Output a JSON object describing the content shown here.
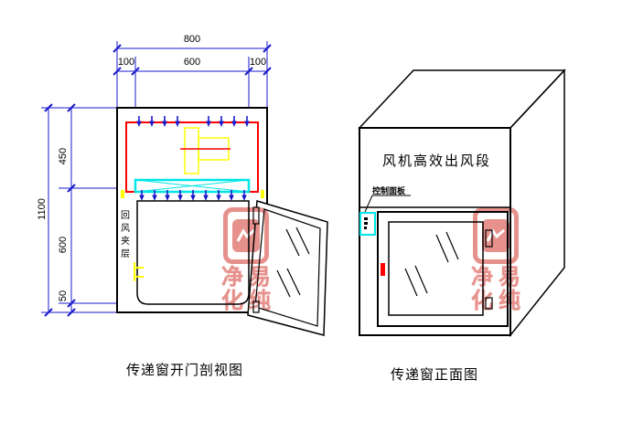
{
  "left_view": {
    "caption": "传递窗开门剖视图",
    "cavity_label": "回风夹层",
    "dims": {
      "overall_width": "800",
      "width_left": "100",
      "width_center": "600",
      "width_right": "100",
      "overall_height": "1100",
      "height_top": "450",
      "height_middle": "600",
      "height_bottom": "50"
    }
  },
  "right_view": {
    "caption": "传递窗正面图",
    "fan_section_label": "风机高效出风段",
    "control_panel_label": "控制面板"
  },
  "watermark": {
    "chars": [
      [
        "净",
        "易"
      ],
      [
        "化",
        "纯"
      ]
    ]
  },
  "colors": {
    "dimension_blue": "#1a1acc",
    "fan_section_red": "#ff0000",
    "blower_yellow": "#ffff00",
    "filter_cyan": "#00e5e5",
    "stamp_red": "#d6473f"
  }
}
